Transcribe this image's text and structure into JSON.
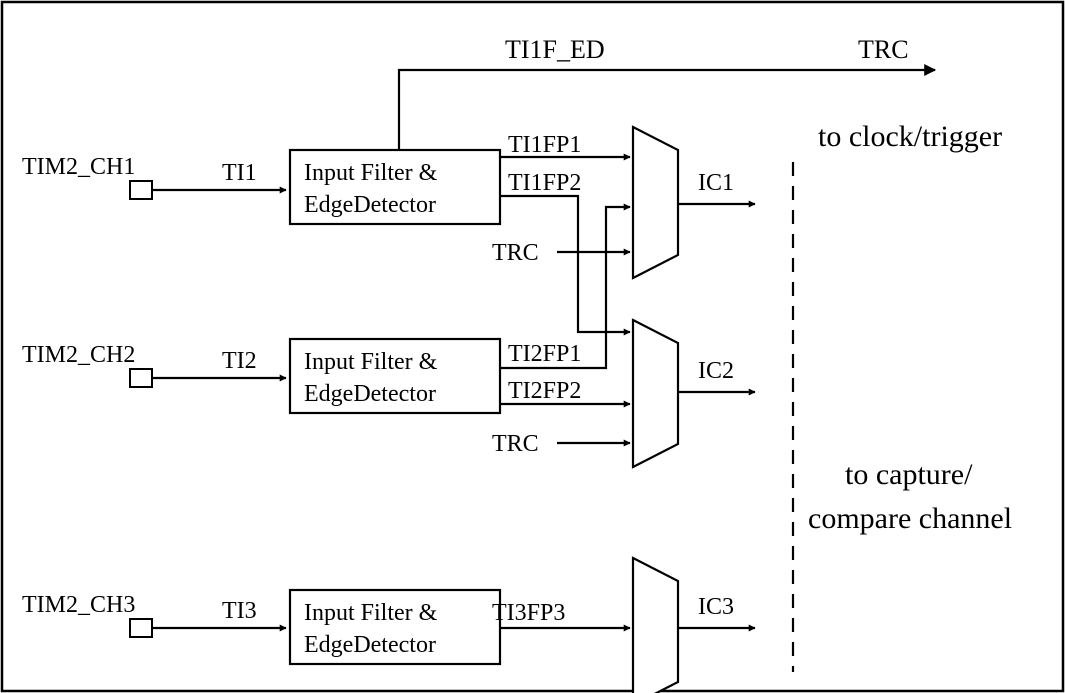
{
  "channels": [
    {
      "pin_label": "TIM2_CH1",
      "signal": "TI1",
      "block_line1": "Input Filter &",
      "block_line2": "EdgeDetector"
    },
    {
      "pin_label": "TIM2_CH2",
      "signal": "TI2",
      "block_line1": "Input Filter &",
      "block_line2": "EdgeDetector"
    },
    {
      "pin_label": "TIM2_CH3",
      "signal": "TI3",
      "block_line1": "Input Filter &",
      "block_line2": "EdgeDetector"
    }
  ],
  "edge_signal": "TI1F_ED",
  "trc_out": "TRC",
  "trc_out_note": "to clock/trigger",
  "filtered": {
    "ti1fp1": "TI1FP1",
    "ti1fp2": "TI1FP2",
    "ti2fp1": "TI2FP1",
    "ti2fp2": "TI2FP2",
    "ti3fp3": "TI3FP3"
  },
  "trc_in": [
    "TRC",
    "TRC"
  ],
  "outputs": [
    "IC1",
    "IC2",
    "IC3"
  ],
  "capture_note_line1": "to capture/",
  "capture_note_line2": "compare channel"
}
